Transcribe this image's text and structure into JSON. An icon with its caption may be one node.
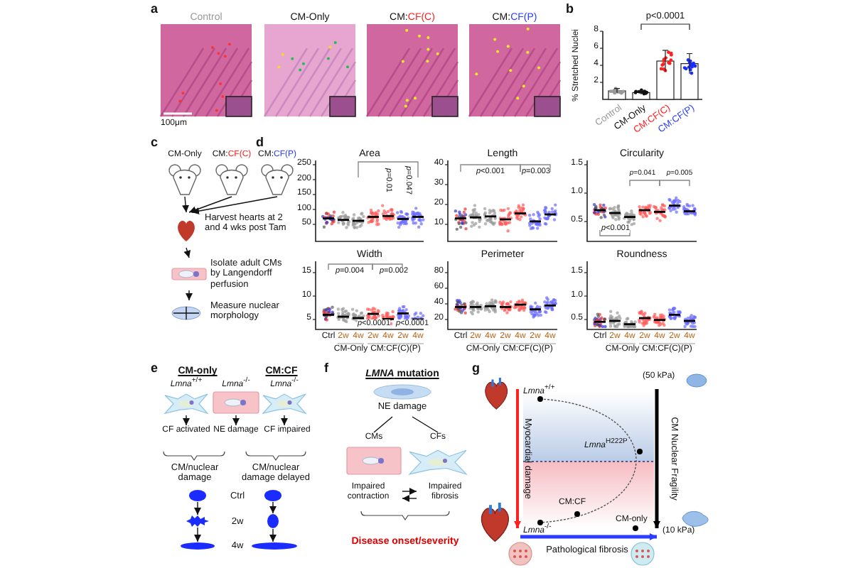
{
  "diagram": {
    "nodes": [
      {
        "text": [
          "CM-Only"
        ]
      },
      {
        "text": [
          "CM:CF(C)"
        ]
      },
      {
        "text": [
          "CM:CF(P)"
        ]
      },
      {
        "text": [
          "Harvest hearts at 2 and 4 wks post Tam"
        ]
      },
      {
        "text": [
          "Isolate adult CMs by Langendorff perfusion"
        ]
      },
      {
        "text": [
          "Measure nuclear morphology"
        ]
      },
      {
        "text": [
          "*Lmna*$^{+/+}$"
        ]
      },
      {
        "text": [
          "*Lmna*$^{-/-}$"
        ]
      },
      {
        "text": [
          "*Lmna*$^{-/-}$"
        ]
      },
      {
        "text": [
          "CF activated"
        ]
      },
      {
        "text": [
          "NE damage"
        ]
      },
      {
        "text": [
          "CF impaired"
        ]
      },
      {
        "text": [],
        "shape": "ellipse"
      },
      {
        "text": [],
        "shape": "ellipse"
      },
      {
        "text": [],
        "shape": "ellipse"
      },
      {
        "text": [],
        "shape": "ellipse"
      },
      {
        "text": [],
        "shape": "ellipse"
      },
      {
        "text": [],
        "shape": "ellipse"
      },
      {
        "text": [
          "NE damage"
        ]
      },
      {
        "text": [
          "CMs"
        ]
      },
      {
        "text": [
          "CFs"
        ]
      },
      {
        "text": [
          "Impaired contraction"
        ]
      },
      {
        "text": [
          "Impaired fibrosis"
        ]
      }
    ],
    "edges": [
      {
        "from": 0,
        "to": 3,
        "arrow": "to"
      },
      {
        "from": 1,
        "to": 3,
        "arrow": "to"
      },
      {
        "from": 2,
        "to": 3,
        "arrow": "to"
      },
      {
        "from": 3,
        "to": 4,
        "arrow": "to"
      },
      {
        "from": 4,
        "to": 5,
        "arrow": "to"
      },
      {
        "from": 6,
        "to": 9,
        "arrow": "to"
      },
      {
        "from": 7,
        "to": 10,
        "arrow": "to"
      },
      {
        "from": 8,
        "to": 11,
        "arrow": "to"
      },
      {
        "from": 12,
        "to": 13,
        "arrow": "to"
      },
      {
        "from": 13,
        "to": 14,
        "arrow": "to"
      },
      {
        "from": 15,
        "to": 16,
        "arrow": "to"
      },
      {
        "from": 16,
        "to": 17,
        "arrow": "to"
      },
      {
        "from": 18,
        "to": 19,
        "arrow": "none"
      },
      {
        "from": 18,
        "to": 20,
        "arrow": "none"
      },
      {
        "from": 21,
        "to": 22,
        "arrow": "to"
      },
      {
        "from": 22,
        "to": 21,
        "arrow": "to"
      }
    ],
    "labels": [
      "a",
      "Control",
      "CM-Only",
      "CM:CF(C)",
      "CM:CF(P)",
      "100μm",
      "b",
      "c",
      "d",
      "Area",
      "250",
      "200",
      "150",
      "100",
      "50",
      "*p*=0.01",
      "*p*=0.047",
      "Length",
      "40",
      "30",
      "20",
      "10",
      "*p*<0.001",
      "*p*=0.003",
      "Circularity",
      "1.5",
      "1.0",
      "0.5",
      "*p*=0.041",
      "*p*=0.005",
      "*p*<0.001",
      "Width",
      "15",
      "10",
      "5",
      "*p*=0.004",
      "*p*=0.002",
      "*p*<0.0001",
      "*p*<0.0001",
      "Perimeter",
      "80",
      "60",
      "40",
      "20",
      "Roundness",
      "1.5",
      "1.0",
      "0.5",
      "Ctrl",
      "2w",
      "4w",
      "2w",
      "4w",
      "2w",
      "4w",
      "CM-Only",
      "CM:CF(C)(P)",
      "Ctrl",
      "2w",
      "4w",
      "2w",
      "4w",
      "2w",
      "4w",
      "CM-Only",
      "CM:CF(C)(P)",
      "Ctrl",
      "2w",
      "4w",
      "2w",
      "4w",
      "2w",
      "4w",
      "CM-Only",
      "CM:CF(C)(P)",
      "e",
      "CM-only",
      "CM:CF",
      "CM/nuclear damage",
      "CM/nuclear damage delayed",
      "Ctrl",
      "2w",
      "4w",
      "f",
      "*LMNA* mutation",
      "Disease onset/severity",
      "g",
      "(50 kPa)",
      "Myocardial damage",
      "CM Nuclear Fragility",
      "*Lmna*$^{+/+}$",
      "*Lmna*$^{H222P}$",
      "CM:CF",
      "*Lmna*$^{-/-}$",
      "CM-only",
      "(10 kPa)",
      "Pathological fibrosis"
    ],
    "chart_data": {
      "type": "bar",
      "ylabel": "% Stretched Nuclei",
      "categories": [
        "Control",
        "CM-Only",
        "CM:CF(C)",
        "CM:CF(P)"
      ],
      "values": [
        1.0,
        0.8,
        4.5,
        4.2
      ],
      "ylim": [
        0,
        8
      ],
      "yticks": [
        2,
        4,
        6,
        8
      ],
      "annotations": [
        "p<0.0001"
      ]
    }
  }
}
